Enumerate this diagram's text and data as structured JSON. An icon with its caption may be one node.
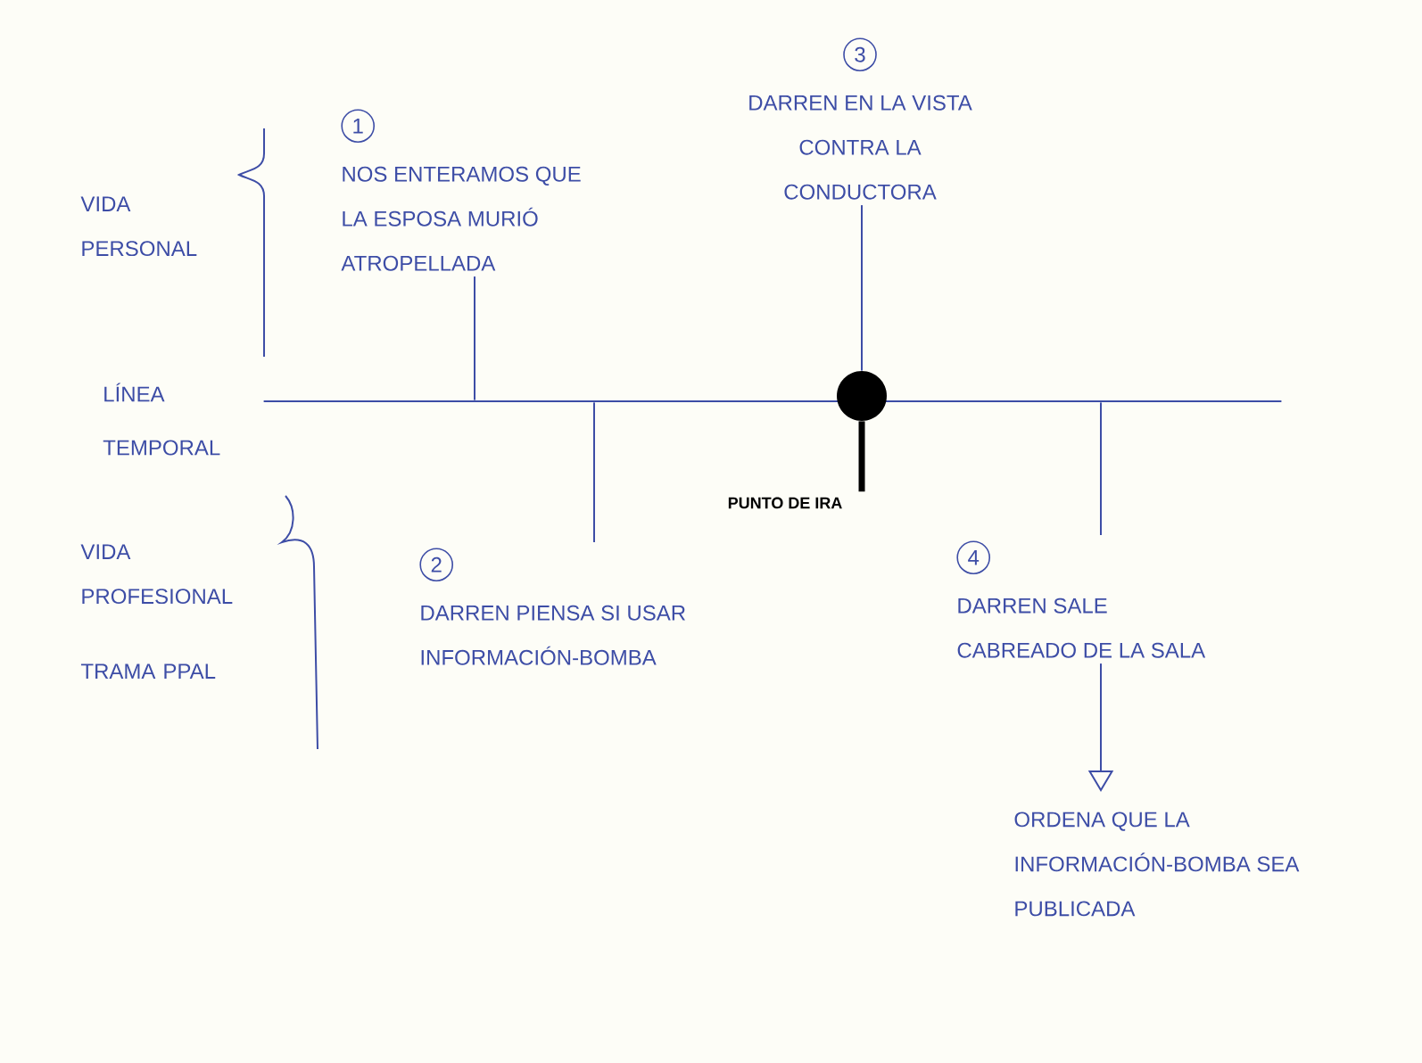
{
  "diagram": {
    "nodes": [
      {
        "text": [
          "1",
          "NOS ENTERAMOS QUE LA ESPOSA MURIÓ ATROPELLADA"
        ]
      },
      {
        "text": [
          "3",
          "DARREN EN LA VISTA CONTRA LA CONDUCTORA"
        ]
      },
      {
        "text": [],
        "shape": "bar",
        "beside": [
          "LÍNEA TEMPORAL"
        ]
      },
      {
        "text": [],
        "shape": "circle"
      },
      {
        "text": [
          "PUNTO DE IRA"
        ]
      },
      {
        "text": [
          "2",
          "DARREN PIENSA SI USAR INFORMACIÓN-BOMBA"
        ]
      },
      {
        "text": [
          "4",
          "DARREN SALE CABREADO DE LA SALA"
        ]
      },
      {
        "text": [
          "ORDENA QUE LA INFORMACIÓN-BOMBA SEA PUBLICADA"
        ]
      }
    ],
    "edges": [
      {
        "from": 0,
        "to": 2,
        "arrow": "none"
      },
      {
        "from": 1,
        "to": 3,
        "arrow": "none"
      },
      {
        "from": 3,
        "to": 4,
        "arrow": "none",
        "style": "thick",
        "color": "#000000"
      },
      {
        "from": 5,
        "to": 2,
        "arrow": "none"
      },
      {
        "from": 6,
        "to": 2,
        "arrow": "none"
      },
      {
        "from": 6,
        "to": 7,
        "arrow": "to"
      }
    ],
    "labels": [
      "VIDA PERSONAL",
      "VIDA PROFESIONAL",
      "TRAMA PPAL"
    ]
  }
}
